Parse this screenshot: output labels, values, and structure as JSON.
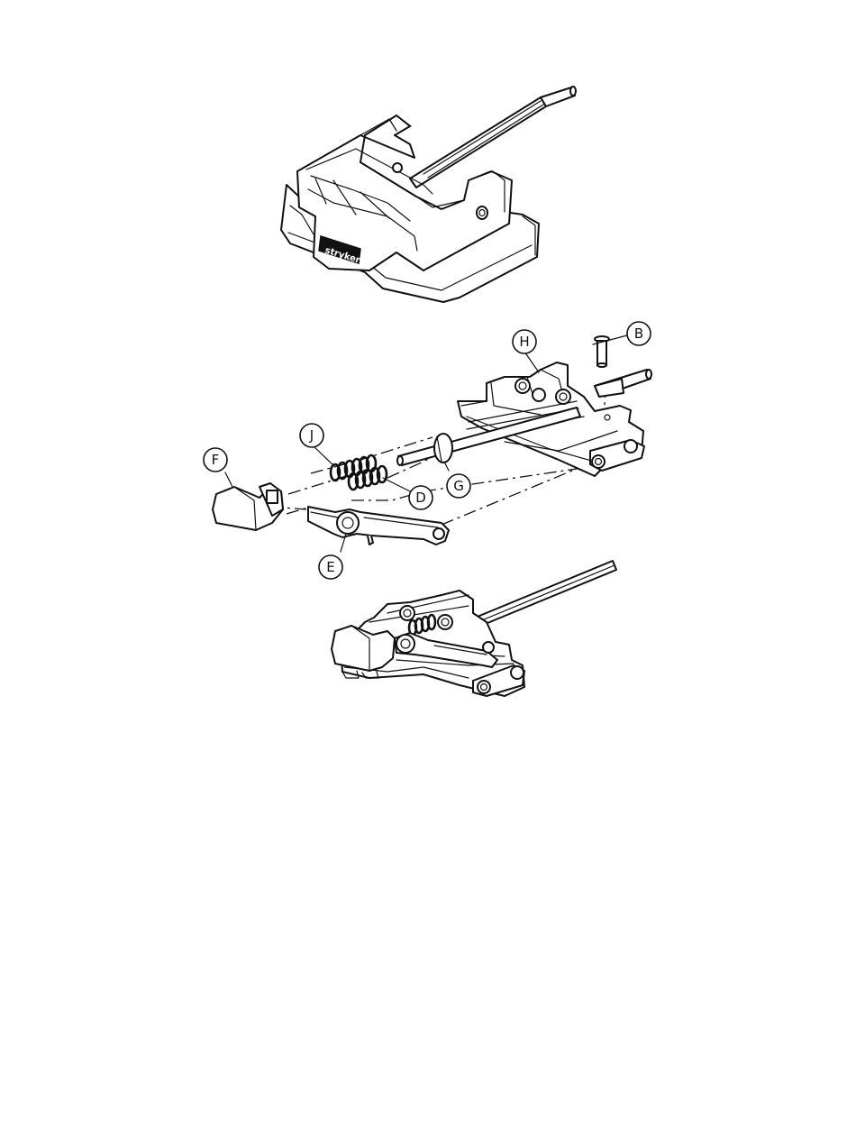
{
  "figure": {
    "logo_text": "stryker",
    "callouts": [
      {
        "id": "callout-b",
        "letter": "B"
      },
      {
        "id": "callout-h",
        "letter": "H"
      },
      {
        "id": "callout-j",
        "letter": "J"
      },
      {
        "id": "callout-f",
        "letter": "F"
      },
      {
        "id": "callout-d",
        "letter": "D"
      },
      {
        "id": "callout-g",
        "letter": "G"
      },
      {
        "id": "callout-e",
        "letter": "E"
      }
    ]
  }
}
